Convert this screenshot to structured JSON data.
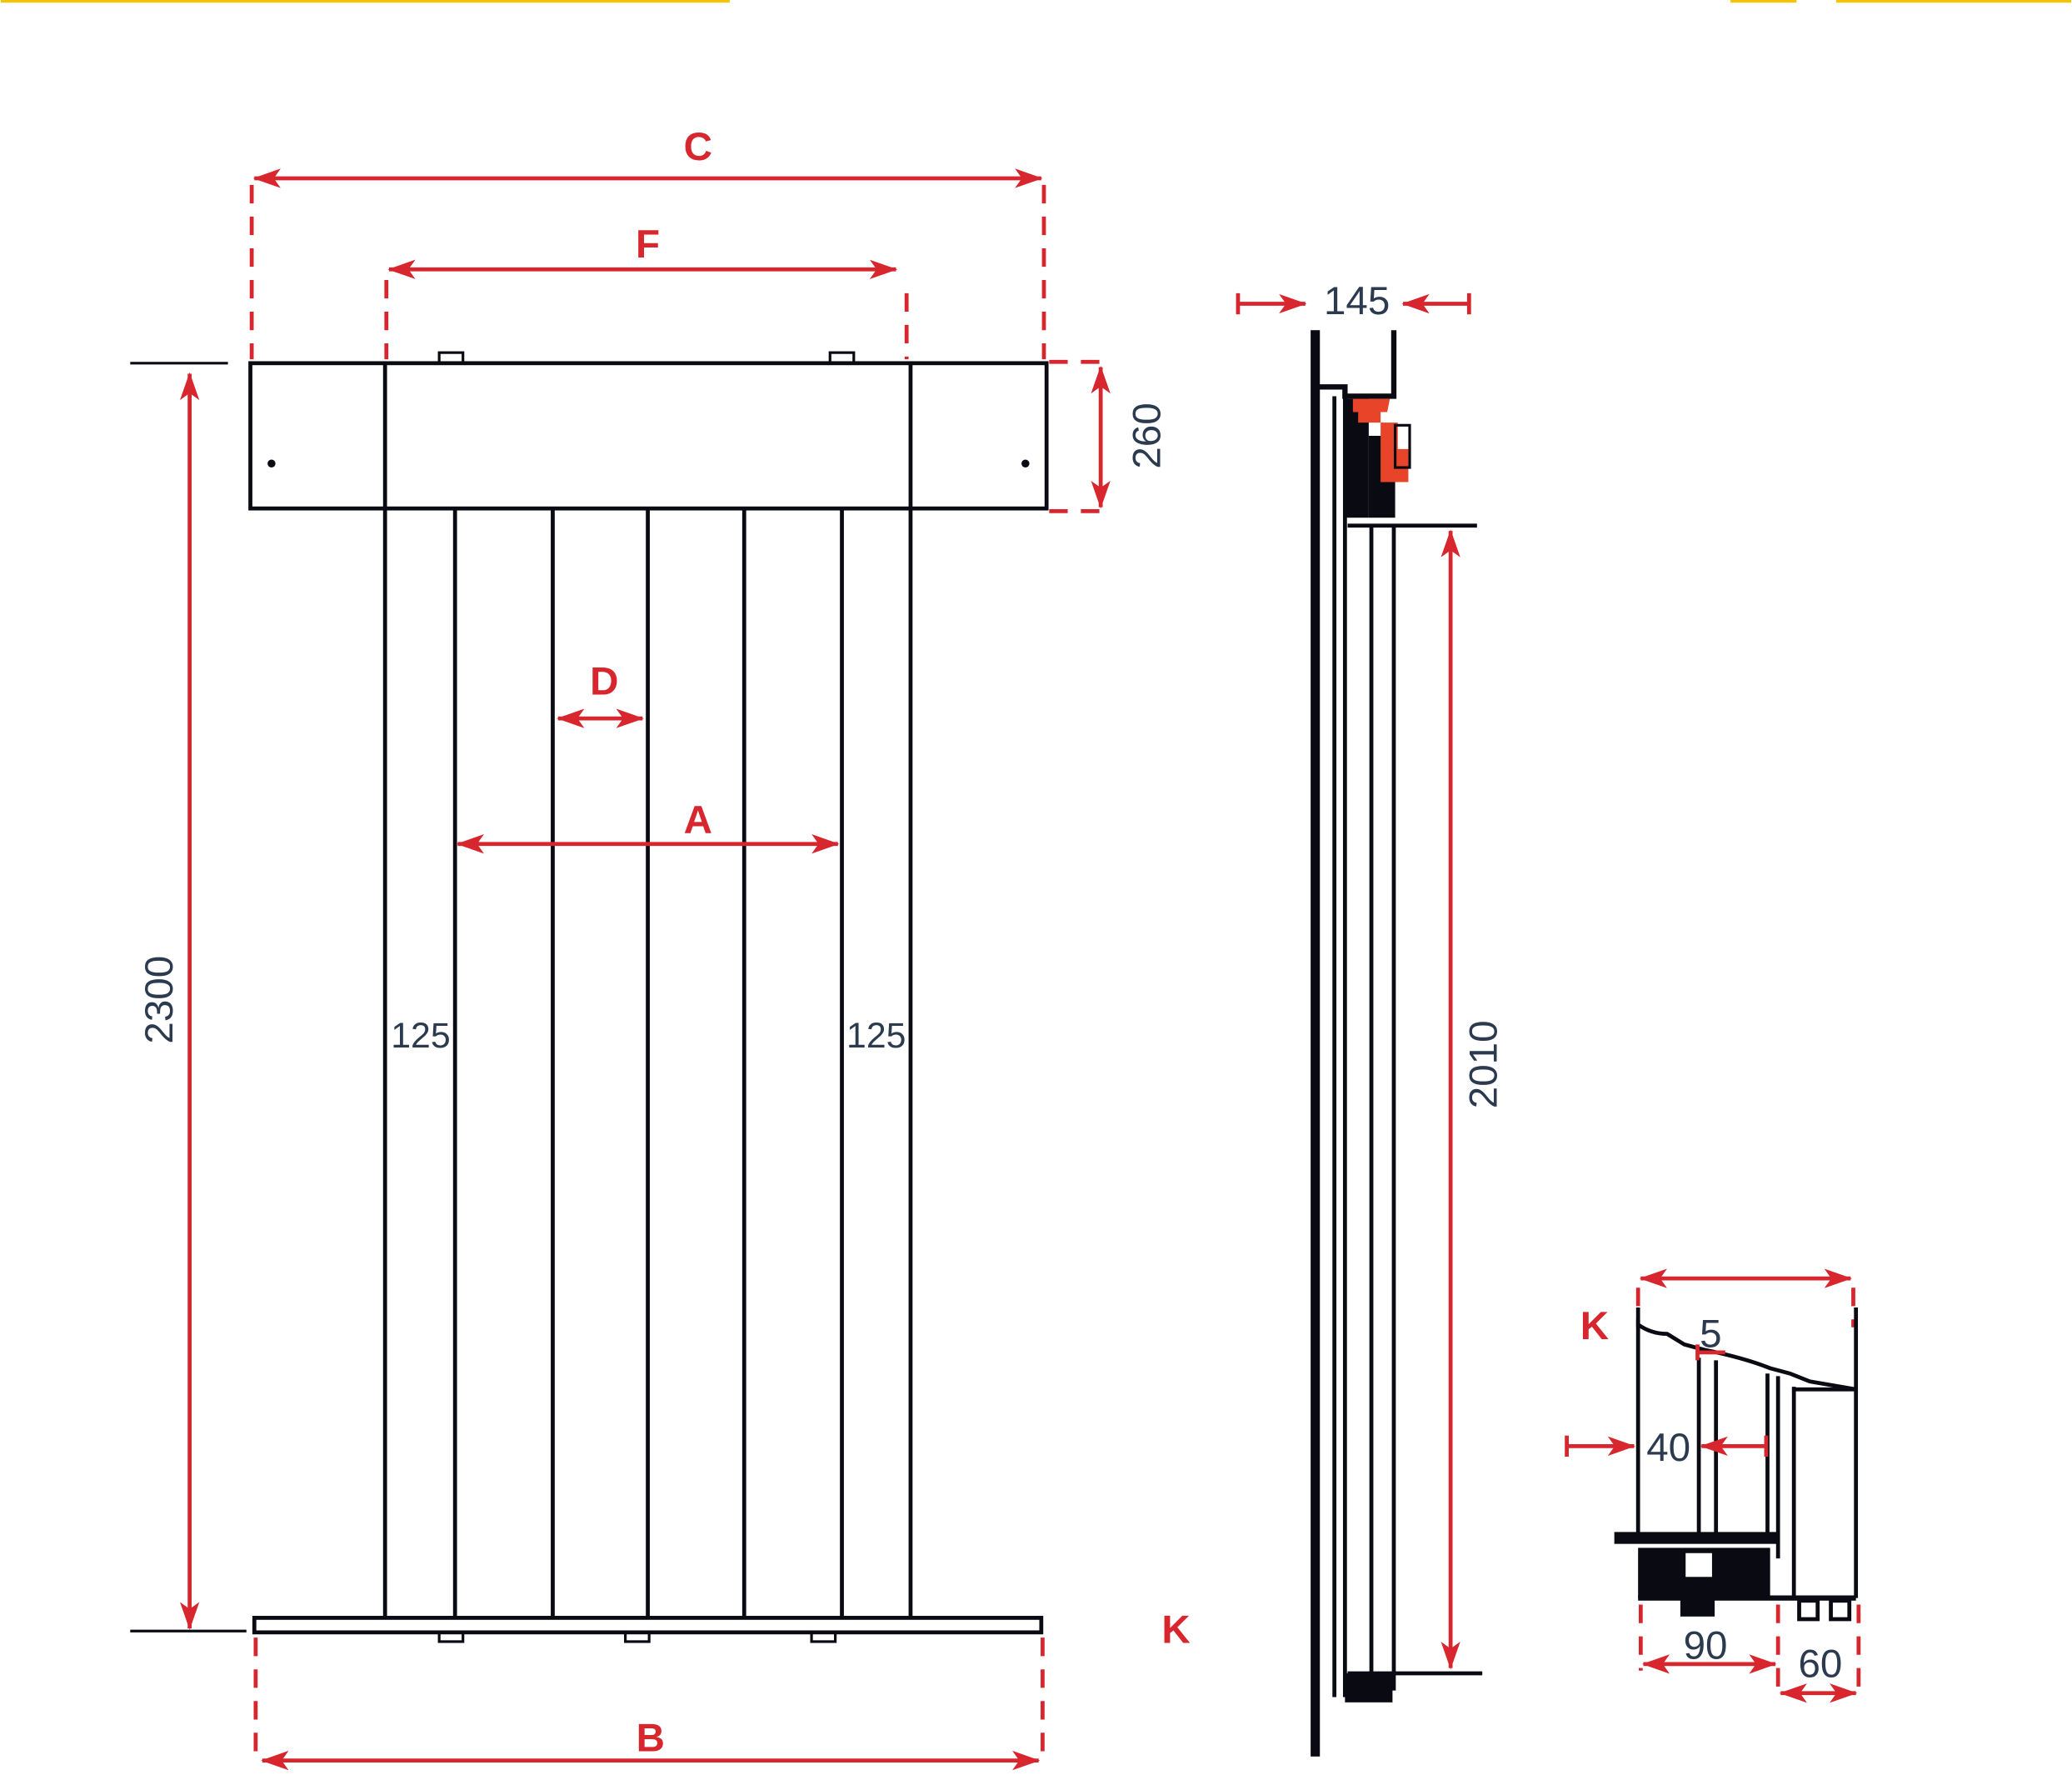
{
  "colors": {
    "dimension": "#d7262e",
    "text": "#2b3a4f",
    "lines": "#0a0a12",
    "hardware": "#e8442a",
    "accent_top": "#f5c400"
  },
  "front_view": {
    "label_c": "C",
    "label_f": "F",
    "label_d": "D",
    "label_a": "A",
    "label_b": "B",
    "label_k": "K",
    "height_total": "2300",
    "header_height": "260",
    "side_offset_left": "125",
    "side_offset_right": "125"
  },
  "side_view": {
    "depth": "145",
    "panel_height": "2010"
  },
  "detail_k": {
    "label_k": "K",
    "gap": "5",
    "panel_thickness": "40",
    "rail_width": "90",
    "track_width": "60"
  }
}
